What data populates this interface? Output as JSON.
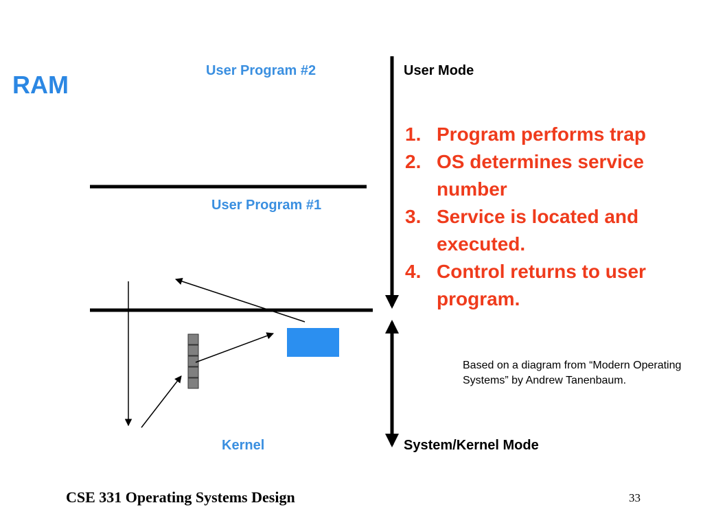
{
  "slide": {
    "ram_label": "RAM",
    "regions": {
      "user_program_2": "User Program #2",
      "user_program_1": "User Program #1",
      "kernel": "Kernel"
    },
    "modes": {
      "user": "User Mode",
      "kernel": "System/Kernel Mode"
    },
    "steps": [
      {
        "num": "1.",
        "text": "Program performs trap"
      },
      {
        "num": "2.",
        "text": "OS determines service number"
      },
      {
        "num": "3.",
        "text": "Service is located and executed."
      },
      {
        "num": "4.",
        "text": "Control returns to user program."
      }
    ],
    "credit": "Based on a diagram from “Modern Operating Systems” by Andrew Tanenbaum.",
    "footer": {
      "title": "CSE 331 Operating Systems Design",
      "page": "33"
    }
  },
  "colors": {
    "region_label": "#3a8fe0",
    "ram_label": "#2b87e3",
    "steps": "#ef3b1c",
    "service_box": "#2b8ff0",
    "dispatch_table": "#808080"
  }
}
